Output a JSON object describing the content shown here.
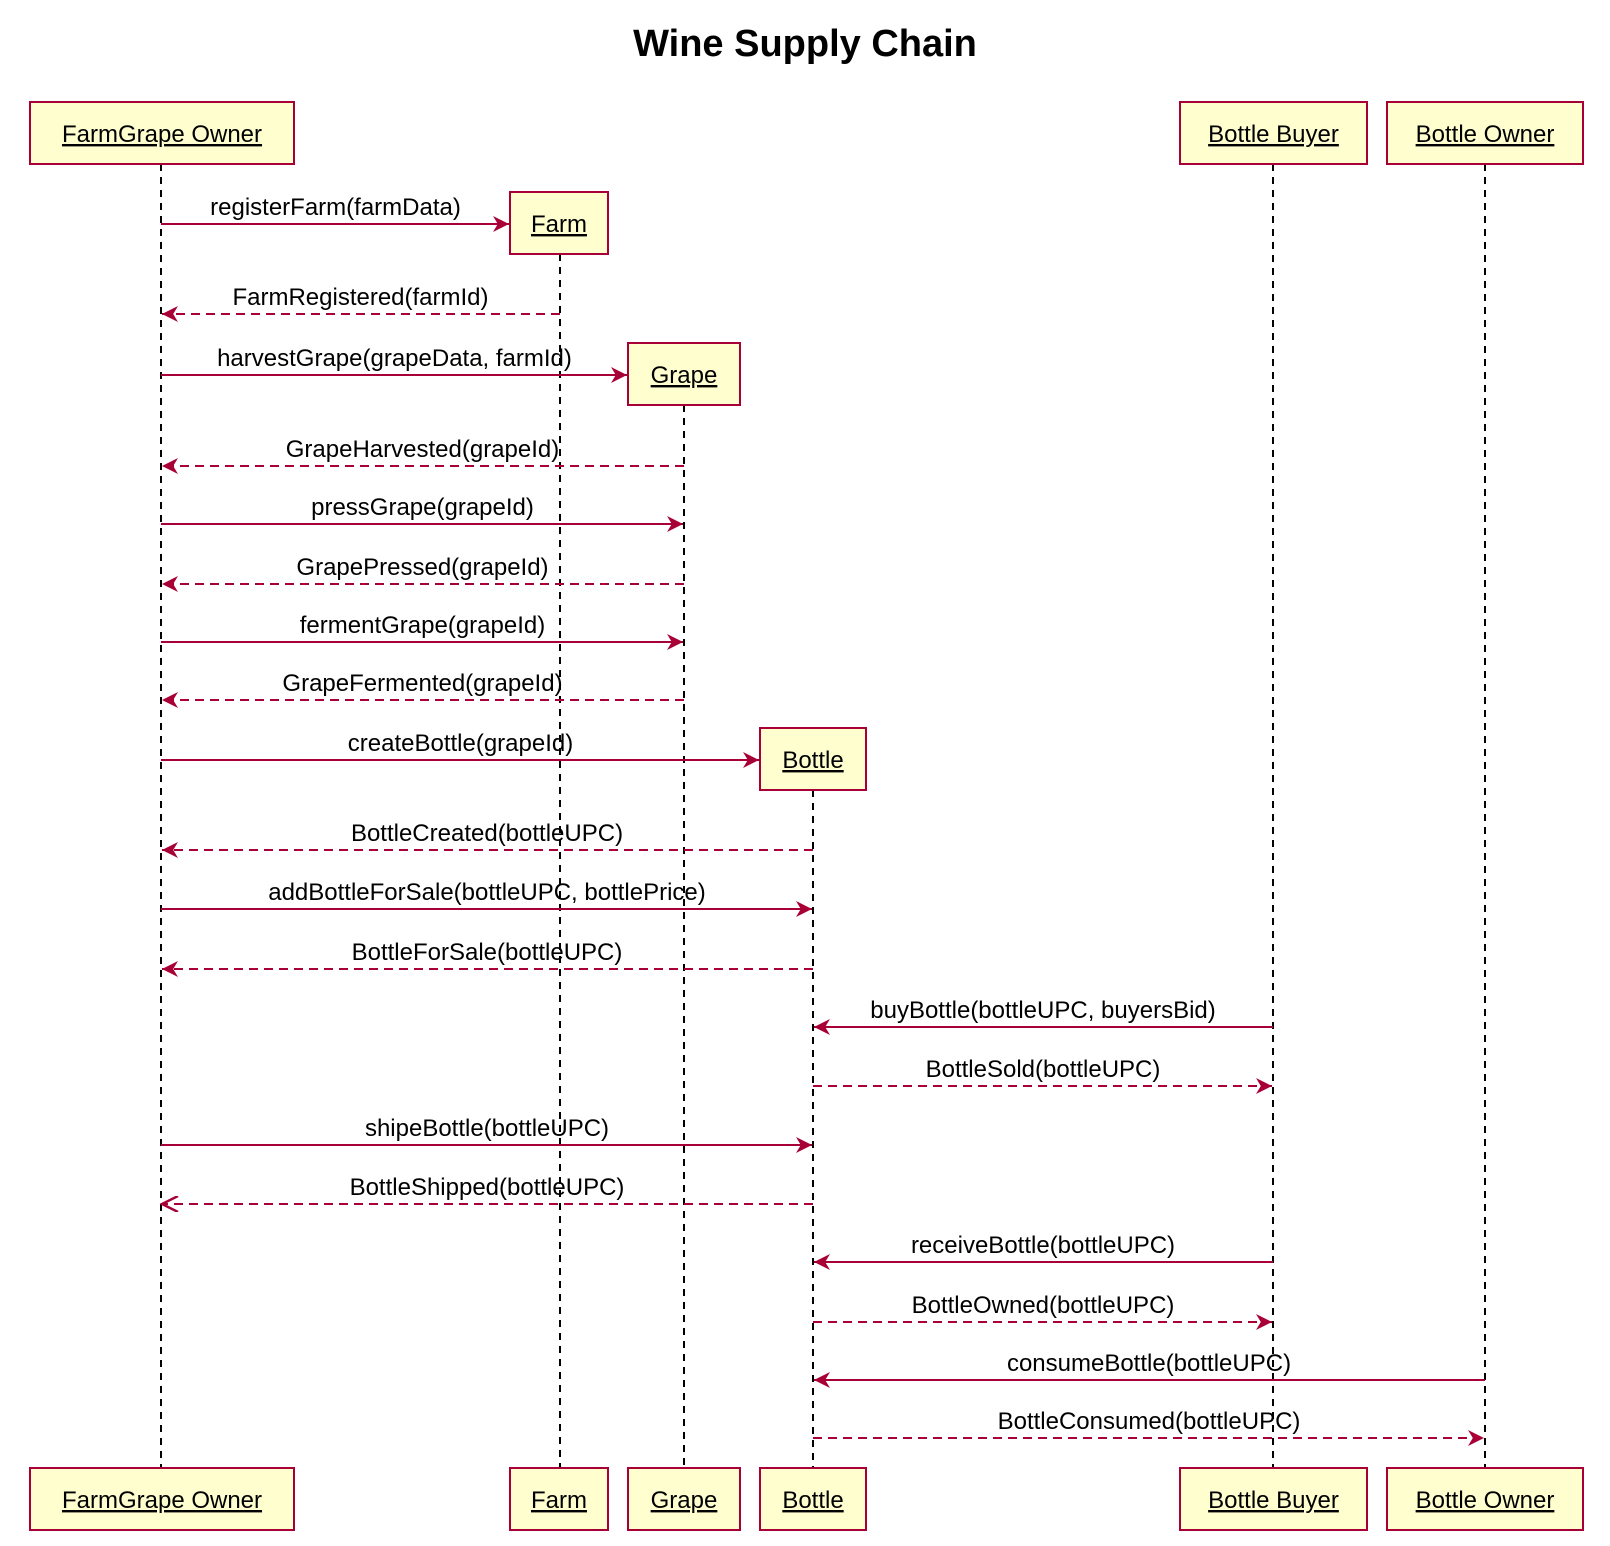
{
  "title": "Wine Supply Chain",
  "colors": {
    "participant_fill": "#FEFECE",
    "participant_border": "#A80036",
    "arrow": "#A80036",
    "lifeline": "#000000",
    "text": "#000000",
    "background": "#FFFFFF"
  },
  "participants": [
    {
      "id": "farmgrape_owner",
      "label": "FarmGrape Owner"
    },
    {
      "id": "farm",
      "label": "Farm"
    },
    {
      "id": "grape",
      "label": "Grape"
    },
    {
      "id": "bottle",
      "label": "Bottle"
    },
    {
      "id": "bottle_buyer",
      "label": "Bottle Buyer"
    },
    {
      "id": "bottle_owner",
      "label": "Bottle Owner"
    }
  ],
  "messages": [
    {
      "from": "farmgrape_owner",
      "to": "farm",
      "label": "registerFarm(farmData)",
      "style": "sync",
      "creates": true
    },
    {
      "from": "farm",
      "to": "farmgrape_owner",
      "label": "FarmRegistered(farmId)",
      "style": "return"
    },
    {
      "from": "farmgrape_owner",
      "to": "grape",
      "label": "harvestGrape(grapeData, farmId)",
      "style": "sync",
      "creates": true
    },
    {
      "from": "grape",
      "to": "farmgrape_owner",
      "label": "GrapeHarvested(grapeId)",
      "style": "return"
    },
    {
      "from": "farmgrape_owner",
      "to": "grape",
      "label": "pressGrape(grapeId)",
      "style": "sync"
    },
    {
      "from": "grape",
      "to": "farmgrape_owner",
      "label": "GrapePressed(grapeId)",
      "style": "return"
    },
    {
      "from": "farmgrape_owner",
      "to": "grape",
      "label": "fermentGrape(grapeId)",
      "style": "sync"
    },
    {
      "from": "grape",
      "to": "farmgrape_owner",
      "label": "GrapeFermented(grapeId)",
      "style": "return"
    },
    {
      "from": "farmgrape_owner",
      "to": "bottle",
      "label": "createBottle(grapeId)",
      "style": "sync",
      "creates": true
    },
    {
      "from": "bottle",
      "to": "farmgrape_owner",
      "label": "BottleCreated(bottleUPC)",
      "style": "return"
    },
    {
      "from": "farmgrape_owner",
      "to": "bottle",
      "label": "addBottleForSale(bottleUPC, bottlePrice)",
      "style": "sync"
    },
    {
      "from": "bottle",
      "to": "farmgrape_owner",
      "label": "BottleForSale(bottleUPC)",
      "style": "return"
    },
    {
      "from": "bottle_buyer",
      "to": "bottle",
      "label": "buyBottle(bottleUPC, buyersBid)",
      "style": "sync"
    },
    {
      "from": "bottle",
      "to": "bottle_buyer",
      "label": "BottleSold(bottleUPC)",
      "style": "return"
    },
    {
      "from": "farmgrape_owner",
      "to": "bottle",
      "label": "shipeBottle(bottleUPC)",
      "style": "sync"
    },
    {
      "from": "bottle",
      "to": "farmgrape_owner",
      "label": "BottleShipped(bottleUPC)",
      "style": "return-open"
    },
    {
      "from": "bottle_buyer",
      "to": "bottle",
      "label": "receiveBottle(bottleUPC)",
      "style": "sync"
    },
    {
      "from": "bottle",
      "to": "bottle_buyer",
      "label": "BottleOwned(bottleUPC)",
      "style": "return"
    },
    {
      "from": "bottle_owner",
      "to": "bottle",
      "label": "consumeBottle(bottleUPC)",
      "style": "sync"
    },
    {
      "from": "bottle",
      "to": "bottle_owner",
      "label": "BottleConsumed(bottleUPC)",
      "style": "return"
    }
  ]
}
